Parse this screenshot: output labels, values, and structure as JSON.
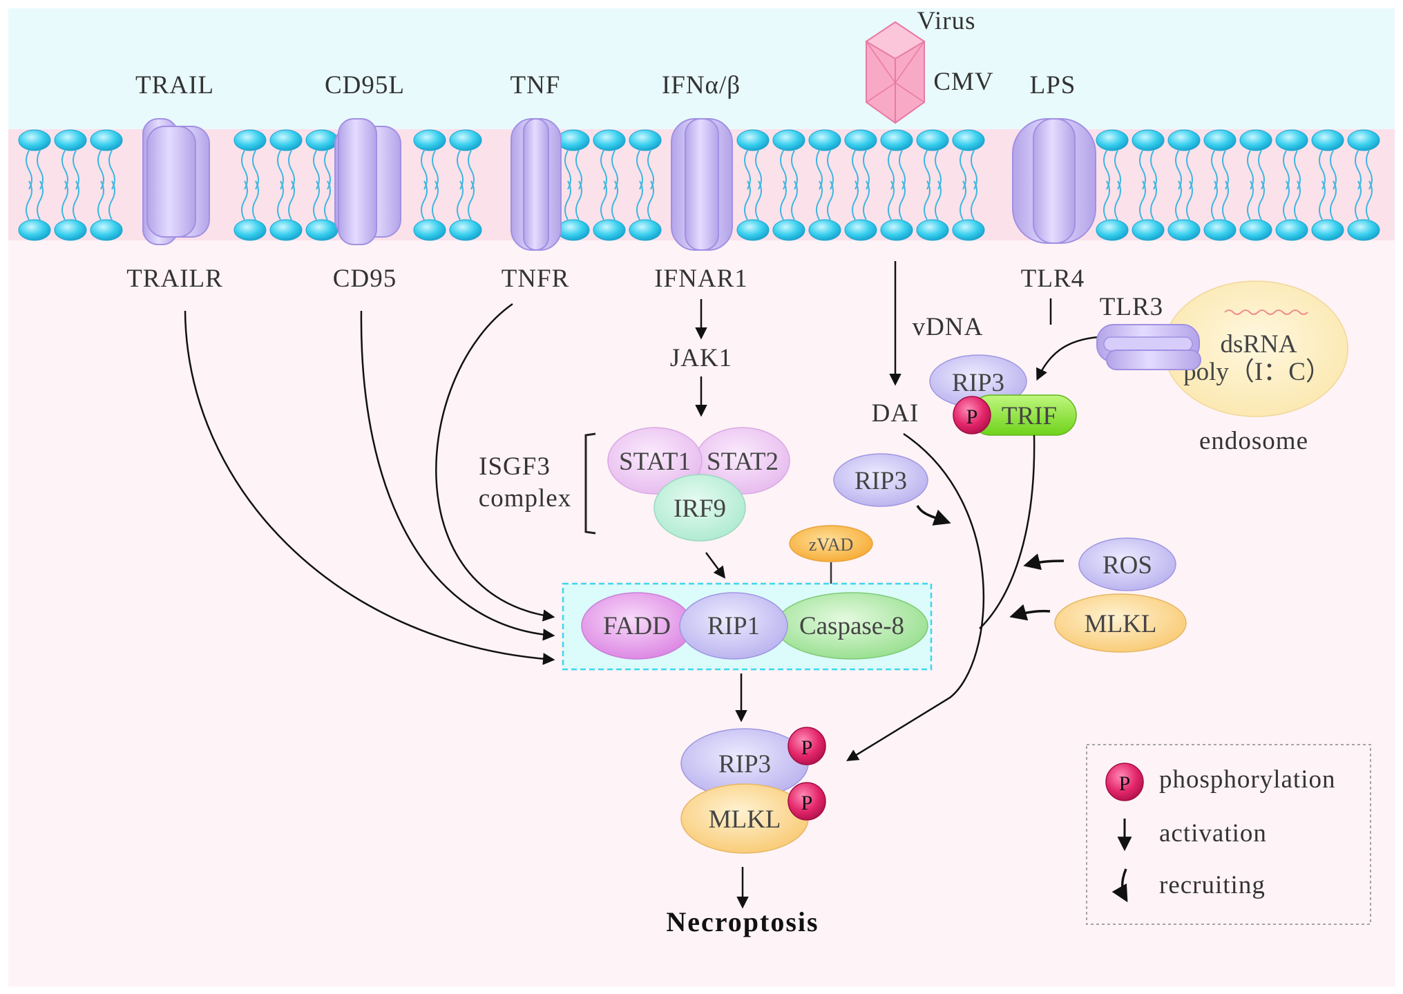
{
  "ligands": {
    "trail": "TRAIL",
    "cd95l": "CD95L",
    "tnf": "TNF",
    "ifn": "IFNα/β",
    "lps": "LPS",
    "virus": "Virus",
    "cmv": "CMV"
  },
  "receptors": {
    "trailr": "TRAILR",
    "cd95": "CD95",
    "tnfr": "TNFR",
    "ifnar1": "IFNAR1",
    "tlr4": "TLR4",
    "tlr3": "TLR3"
  },
  "pathway": {
    "jak1": "JAK1",
    "isgf3_line1": "ISGF3",
    "isgf3_line2": "complex",
    "stat1": "STAT1",
    "stat2": "STAT2",
    "irf9": "IRF9",
    "vdna": "vDNA",
    "dai": "DAI",
    "rip3": "RIP3",
    "trif": "TRIF",
    "phospho": "P",
    "zvad": "zVAD",
    "fadd": "FADD",
    "rip1": "RIP1",
    "caspase8": "Caspase-8",
    "ros": "ROS",
    "mlkl": "MLKL",
    "necroptosis": "Necroptosis"
  },
  "endosome": {
    "dsrna": "dsRNA",
    "poly": "poly（I：C）",
    "label": "endosome"
  },
  "legend": {
    "phosphorylation": "phosphorylation",
    "activation": "activation",
    "recruiting": "recruiting"
  },
  "colors": {
    "extracellular": "#e9fafc",
    "cytoplasm": "#fef3f6",
    "membrane": "#fbe1ea",
    "lipid_head": "#38cfee",
    "receptor": "#c5b8ef",
    "stat": "#efc8f2",
    "irf9": "#bff0dc",
    "fadd": "#e395e8",
    "rip": "#c9c4f1",
    "caspase": "#a5e6a0",
    "mlkl": "#fdd892",
    "zvad": "#fbb93c",
    "trif": "#8fe63b",
    "phospho": "#e3266a",
    "endosome": "#fcefc6",
    "virus": "#f7a3c2"
  }
}
